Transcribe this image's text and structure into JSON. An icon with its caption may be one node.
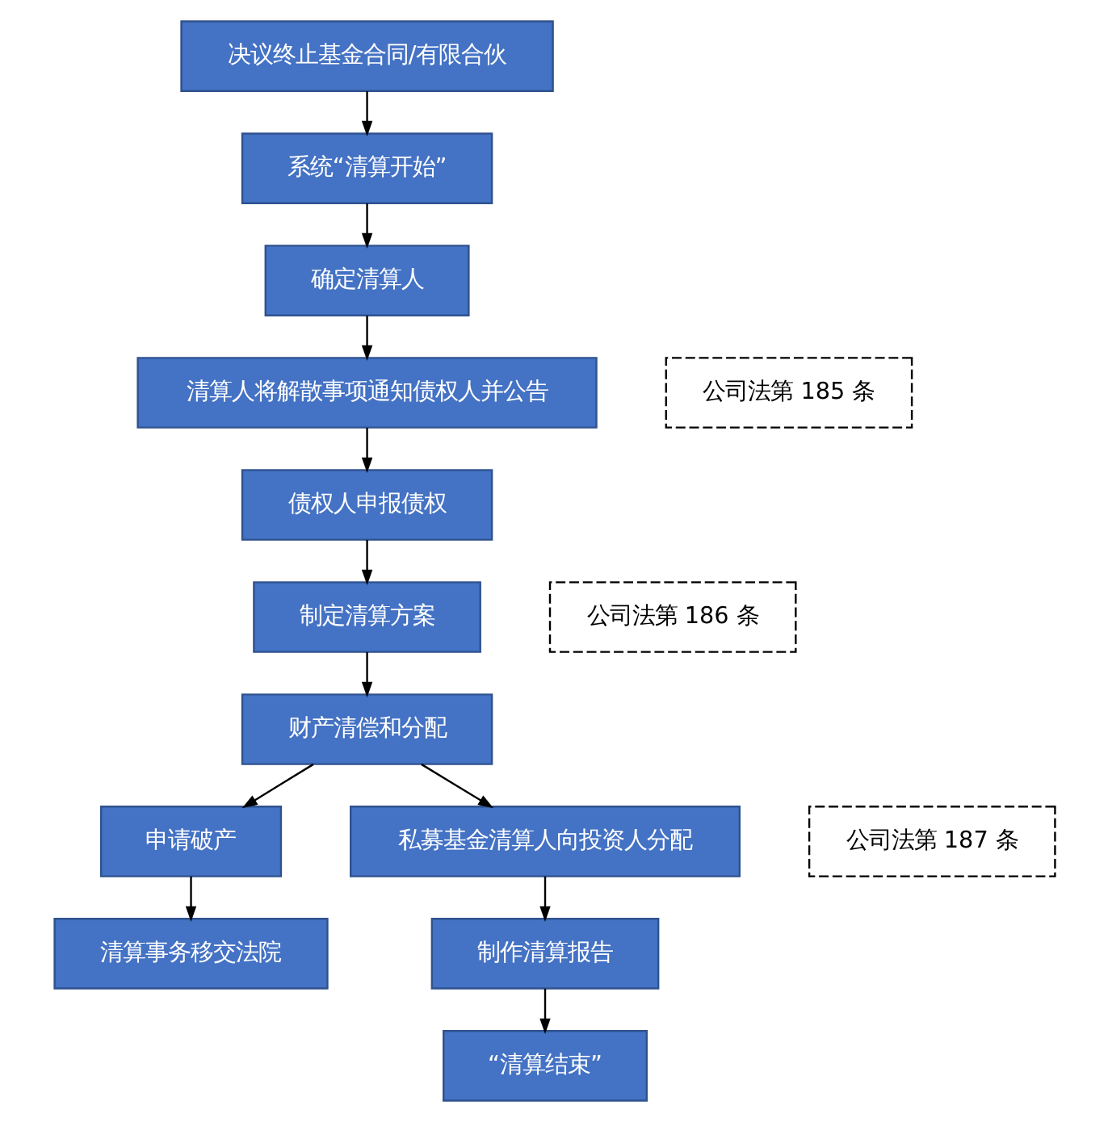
{
  "diagram": {
    "nodes": [
      {
        "text": [
          "决议终止基金合同/有限合伙"
        ]
      },
      {
        "text": [
          "系统“清算开始”"
        ]
      },
      {
        "text": [
          "确定清算人"
        ]
      },
      {
        "text": [
          "清算人将解散事项通知债权人并公告"
        ]
      },
      {
        "text": [
          "公司法第 185 条"
        ]
      },
      {
        "text": [
          "债权人申报债权"
        ]
      },
      {
        "text": [
          "制定清算方案"
        ]
      },
      {
        "text": [
          "公司法第 186 条"
        ]
      },
      {
        "text": [
          "财产清偿和分配"
        ]
      },
      {
        "text": [
          "申请破产"
        ]
      },
      {
        "text": [
          "公司法第 187 条"
        ]
      },
      {
        "text": [
          "清算事务移交法院"
        ]
      },
      {
        "text": [
          "私募基金清算人向投资人分配"
        ]
      },
      {
        "text": [
          "制作清算报告"
        ]
      },
      {
        "text": [
          "“清算结束”"
        ]
      }
    ],
    "edges": [
      {
        "from": 0,
        "to": 1,
        "arrow": "to"
      },
      {
        "from": 1,
        "to": 2,
        "arrow": "to"
      },
      {
        "from": 2,
        "to": 3,
        "arrow": "to"
      },
      {
        "from": 3,
        "to": 5,
        "arrow": "to"
      },
      {
        "from": 5,
        "to": 6,
        "arrow": "to"
      },
      {
        "from": 6,
        "to": 8,
        "arrow": "to"
      },
      {
        "from": 8,
        "to": 9,
        "arrow": "to"
      },
      {
        "from": 9,
        "to": 11,
        "arrow": "to"
      },
      {
        "from": 8,
        "to": 12,
        "arrow": "to"
      },
      {
        "from": 12,
        "to": 13,
        "arrow": "to"
      },
      {
        "from": 13,
        "to": 14,
        "arrow": "to"
      }
    ]
  }
}
